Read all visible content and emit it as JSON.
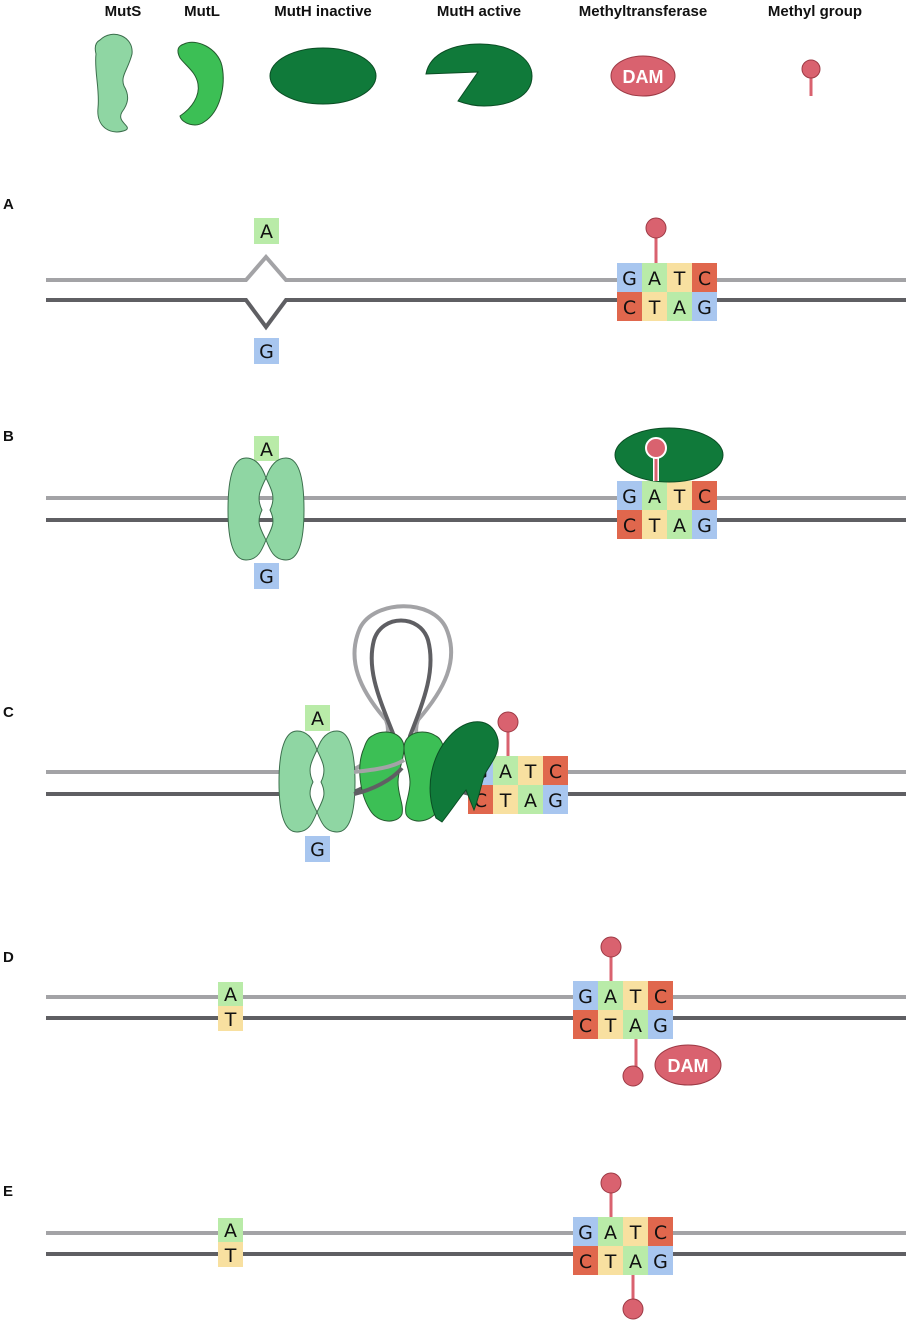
{
  "legend": {
    "muts": "MutS",
    "mutl": "MutL",
    "muth_inactive": "MutH inactive",
    "muth_active": "MutH active",
    "methyltransferase": "Methyltransferase",
    "methyl_group": "Methyl group",
    "dam": "DAM"
  },
  "panels": {
    "a": "A",
    "b": "B",
    "c": "C",
    "d": "D",
    "e": "E"
  },
  "bases": {
    "A": "A",
    "T": "T",
    "G": "G",
    "C": "C"
  },
  "sequences": {
    "gatc_top": [
      "G",
      "A",
      "T",
      "C"
    ],
    "gatc_bottom": [
      "C",
      "T",
      "A",
      "G"
    ],
    "mismatch_top": "A",
    "mismatch_bottom": "G",
    "repaired_top": "A",
    "repaired_bottom": "T"
  },
  "colors": {
    "muts": "#8fd6a3",
    "mutl": "#3cbf55",
    "muth": "#107a3a",
    "methyl": "#d9626f",
    "dam": "#d9626f",
    "strand_top": "#a3a3a6",
    "strand_bottom": "#5f5f63",
    "base_A": "#b9eba8",
    "base_T": "#f8e0a0",
    "base_G": "#a8c6ef",
    "base_C": "#e0674d"
  }
}
